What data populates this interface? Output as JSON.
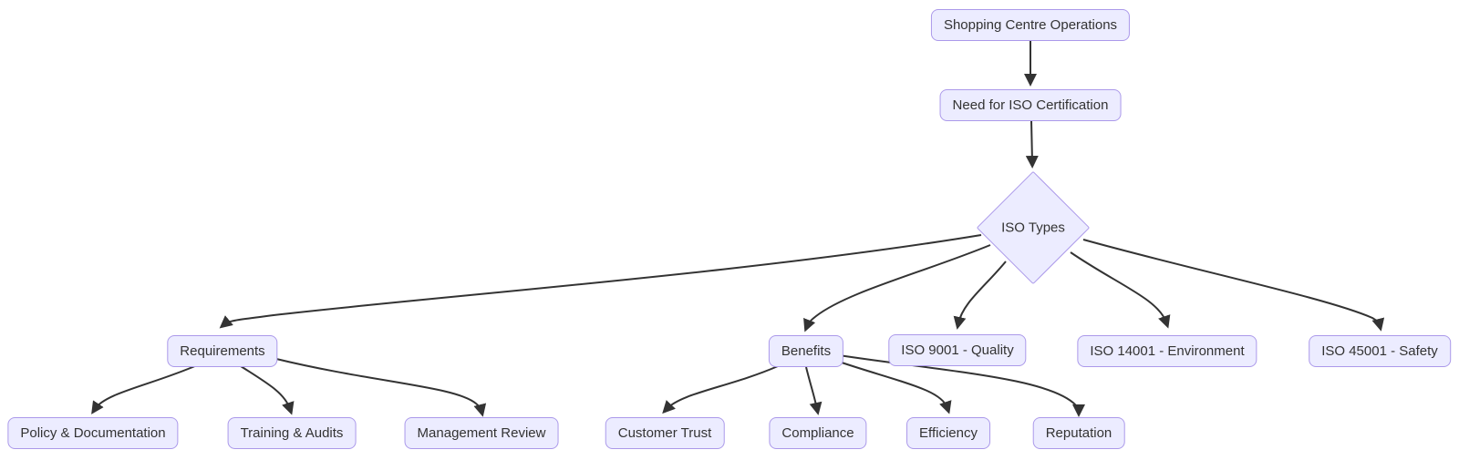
{
  "diagram": {
    "type": "flowchart",
    "direction": "top-down",
    "nodes": {
      "shopping": {
        "label": "Shopping Centre Operations",
        "shape": "rounded-rect"
      },
      "need": {
        "label": "Need for ISO Certification",
        "shape": "rounded-rect"
      },
      "iso_types": {
        "label": "ISO Types",
        "shape": "diamond"
      },
      "requirements": {
        "label": "Requirements",
        "shape": "rounded-rect"
      },
      "benefits": {
        "label": "Benefits",
        "shape": "rounded-rect"
      },
      "iso9001": {
        "label": "ISO 9001 - Quality",
        "shape": "rounded-rect"
      },
      "iso14001": {
        "label": "ISO 14001 - Environment",
        "shape": "rounded-rect"
      },
      "iso45001": {
        "label": "ISO 45001 - Safety",
        "shape": "rounded-rect"
      },
      "policy": {
        "label": "Policy & Documentation",
        "shape": "rounded-rect"
      },
      "training": {
        "label": "Training & Audits",
        "shape": "rounded-rect"
      },
      "management": {
        "label": "Management Review",
        "shape": "rounded-rect"
      },
      "customer": {
        "label": "Customer Trust",
        "shape": "rounded-rect"
      },
      "compliance": {
        "label": "Compliance",
        "shape": "rounded-rect"
      },
      "efficiency": {
        "label": "Efficiency",
        "shape": "rounded-rect"
      },
      "reputation": {
        "label": "Reputation",
        "shape": "rounded-rect"
      }
    },
    "edges": [
      {
        "from": "shopping",
        "to": "need"
      },
      {
        "from": "need",
        "to": "iso_types"
      },
      {
        "from": "iso_types",
        "to": "requirements"
      },
      {
        "from": "iso_types",
        "to": "benefits"
      },
      {
        "from": "iso_types",
        "to": "iso9001"
      },
      {
        "from": "iso_types",
        "to": "iso14001"
      },
      {
        "from": "iso_types",
        "to": "iso45001"
      },
      {
        "from": "requirements",
        "to": "policy"
      },
      {
        "from": "requirements",
        "to": "training"
      },
      {
        "from": "requirements",
        "to": "management"
      },
      {
        "from": "benefits",
        "to": "customer"
      },
      {
        "from": "benefits",
        "to": "compliance"
      },
      {
        "from": "benefits",
        "to": "efficiency"
      },
      {
        "from": "benefits",
        "to": "reputation"
      }
    ],
    "colors": {
      "node_fill": "#ECECFF",
      "node_border": "#AB99EA",
      "edge": "#333333",
      "text": "#333333",
      "background": "#FFFFFF"
    }
  }
}
